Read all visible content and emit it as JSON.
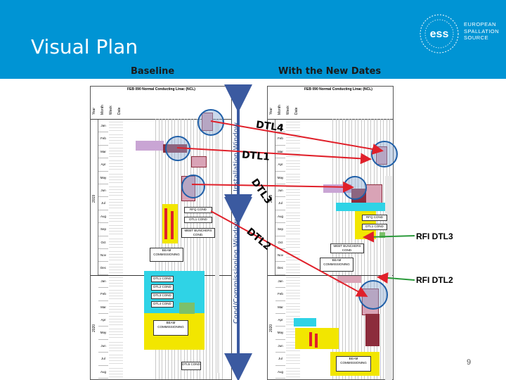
{
  "slide": {
    "title": "Visual Plan",
    "page_number": "9",
    "header_color": "#0094d4"
  },
  "logo": {
    "mark": "ess",
    "line1": "EUROPEAN",
    "line2": "SPALLATION",
    "line3": "SOURCE"
  },
  "columns": {
    "baseline_label": "Baseline",
    "new_label": "With the New Dates"
  },
  "windows": {
    "installation": "Installation Window",
    "commissioning": "Cond/Commissioning Window"
  },
  "dtl_labels": {
    "dtl4": "DTL4",
    "dtl1": "DTL1",
    "dtl3": "DTL3",
    "dtl2": "DTL2"
  },
  "rfi_labels": {
    "rfi3": "RFI DTL3",
    "rfi2": "RFI DTL2"
  },
  "chart": {
    "header_title": "FEB 090 Normal Conducting Linac (NCL)",
    "header_cols": [
      "Year",
      "Month",
      "Week",
      "Date"
    ],
    "years": [
      "2019",
      "2020"
    ],
    "months_2019": [
      "Jan",
      "Feb",
      "Mar",
      "Apr",
      "May",
      "Jun",
      "Jul",
      "Aug",
      "Sep",
      "Oct",
      "Nov",
      "Dec"
    ],
    "months_2020": [
      "Jan",
      "Feb",
      "Mar",
      "Apr",
      "May",
      "Jun",
      "Jul",
      "Aug"
    ]
  },
  "boxes": {
    "rfq_cond": "RFQ COND",
    "dtl1_cond": "DTL1 COND",
    "mebt_bunchers_cond": "MEBT BUNCHERS COND.",
    "beam_commissioning": "BEAM COMMISSIONING",
    "dtl1_cond_b": "DTL1 COND",
    "dtl2_cond": "DTL2 COND",
    "dtl3_cond": "DTL3 COND",
    "dtl4_cond": "DTL4 COND",
    "beam_commissioning_b": "BEAM COMMISSIONING",
    "dtl5_cond": "DTL5 COND"
  },
  "colors": {
    "installation_pink": "#d9a3b6",
    "dark_red": "#8c2c3c",
    "yellow": "#f2e600",
    "cyan": "#2fd3e6",
    "green": "#7cc06a",
    "lilac": "#c9a5d4",
    "arrow_red": "#e0202a",
    "circle_blue": "#1f5fa8"
  }
}
